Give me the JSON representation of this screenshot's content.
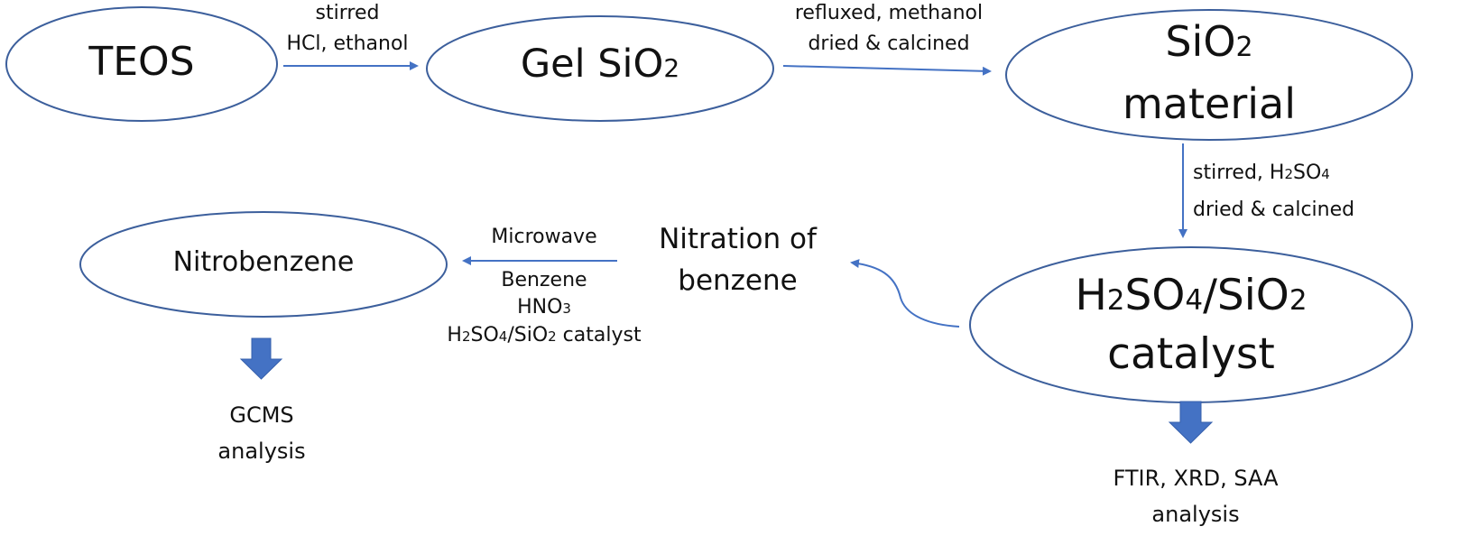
{
  "nodes": {
    "teos": "TEOS",
    "gel": {
      "text": "Gel SiO",
      "sub": "2"
    },
    "sio2_material": {
      "line1_text": "SiO",
      "line1_sub": "2",
      "line2": "material"
    },
    "catalyst": {
      "line1_a": "H",
      "sub_a": "2",
      "line1_b": "SO",
      "sub_b": "4",
      "line1_c": "/SiO",
      "sub_c": "2",
      "line2": "catalyst"
    },
    "nitration": {
      "line1": "Nitration of",
      "line2": "benzene"
    },
    "nitrobenzene": "Nitrobenzene",
    "gcms": {
      "line1": "GCMS",
      "line2": "analysis"
    },
    "ftir": {
      "line1": "FTIR, XRD, SAA",
      "line2": "analysis"
    }
  },
  "edges": {
    "teos_to_gel": {
      "line1": "stirred",
      "line2": "HCl, ethanol"
    },
    "gel_to_sio2": {
      "line1": "refluxed, methanol",
      "line2": "dried & calcined"
    },
    "sio2_to_catalyst": {
      "line1_a": "stirred, H",
      "line1_sub_a": "2",
      "line1_b": "SO",
      "line1_sub_b": "4",
      "line2": "dried & calcined"
    },
    "nitration_to_nitrobenzene": {
      "line1": "Microwave",
      "line2": "Benzene",
      "line3_a": "HNO",
      "line3_sub": "3",
      "line4_a": "H",
      "line4_sub_a": "2",
      "line4_b": "SO",
      "line4_sub_b": "4",
      "line4_c": "/SiO",
      "line4_sub_c": "2",
      "line4_d": " catalyst"
    }
  },
  "colors": {
    "outline": "#3c5f9c",
    "arrow": "#4472c4",
    "block_arrow": "#4472c4",
    "text": "#111111"
  }
}
